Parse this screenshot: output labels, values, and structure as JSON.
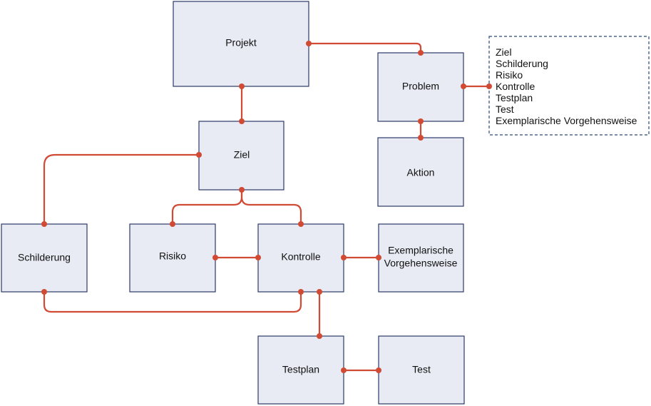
{
  "nodes": {
    "projekt": "Projekt",
    "problem": "Problem",
    "aktion": "Aktion",
    "ziel": "Ziel",
    "schilderung": "Schilderung",
    "risiko": "Risiko",
    "kontrolle": "Kontrolle",
    "vorgehen_line1": "Exemplarische",
    "vorgehen_line2": "Vorgehensweise",
    "testplan": "Testplan",
    "test": "Test"
  },
  "legend": {
    "items": [
      "Ziel",
      "Schilderung",
      "Risiko",
      "Kontrolle",
      "Testplan",
      "Test",
      "Exemplarische Vorgehensweise"
    ]
  },
  "colors": {
    "node_fill": "#e8ebf3",
    "node_border": "#2b3a67",
    "connector": "#d04a34",
    "legend_border": "#2b4a7a"
  }
}
